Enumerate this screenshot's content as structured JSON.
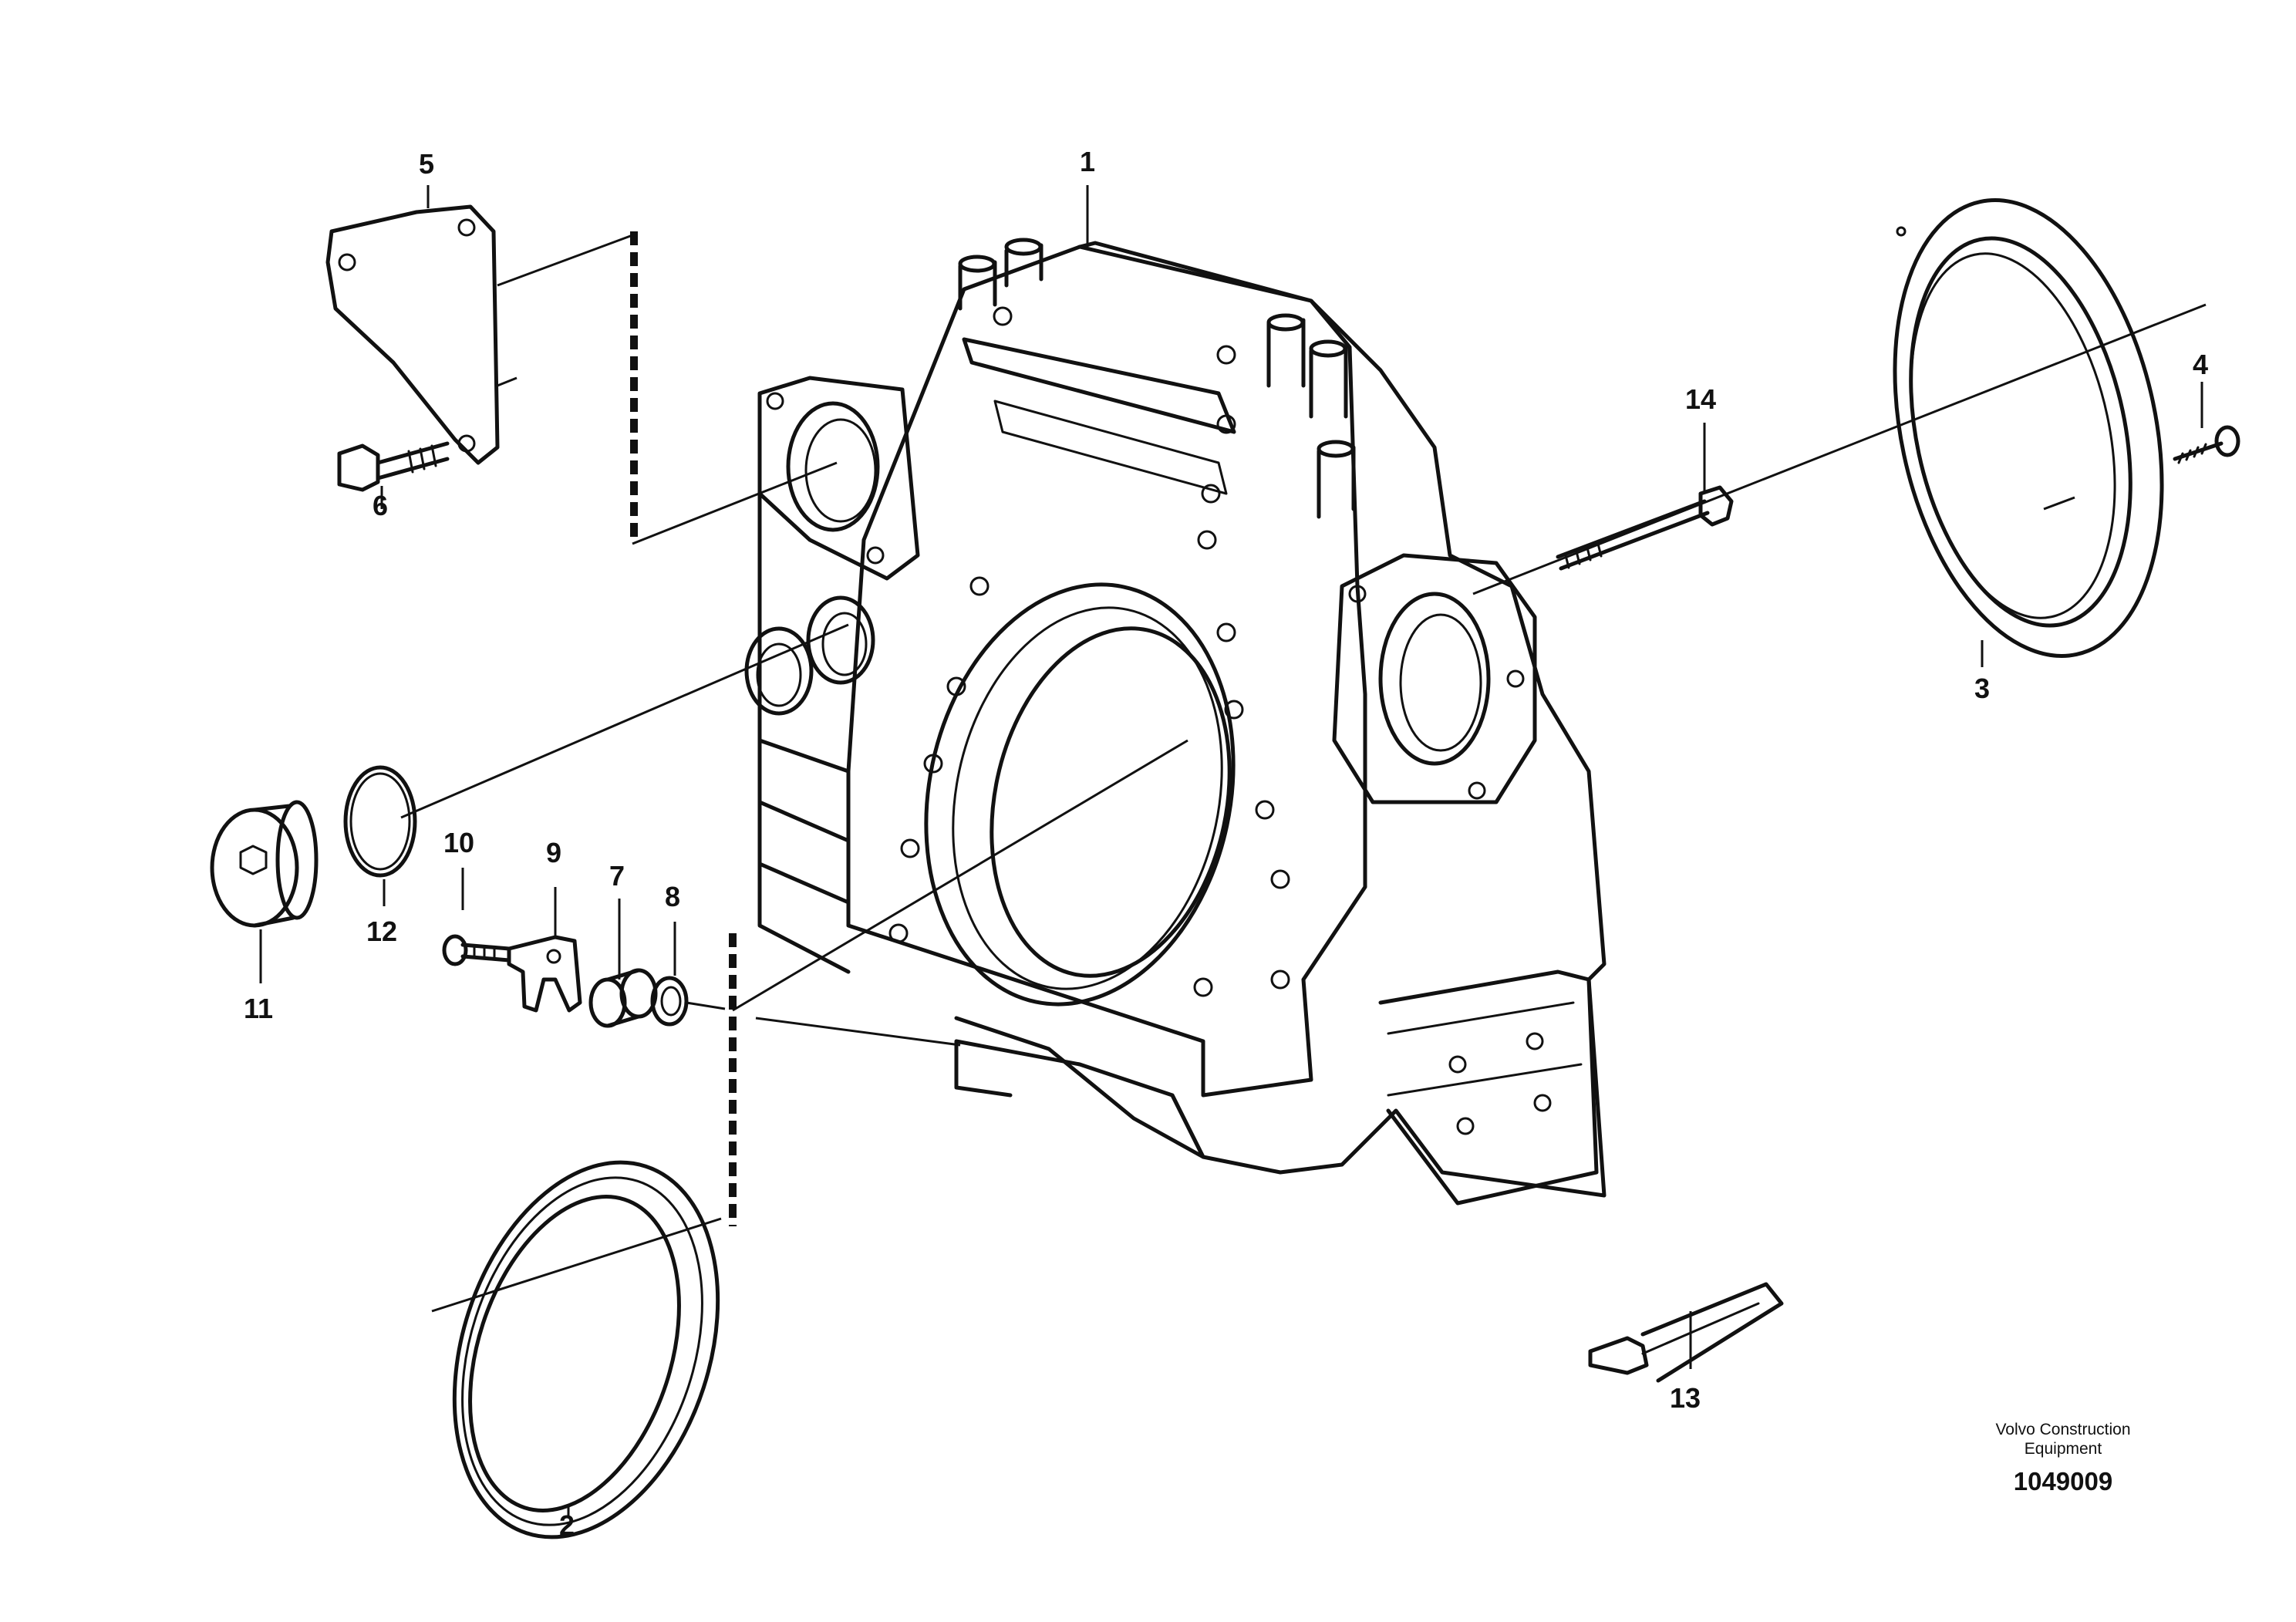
{
  "callouts": [
    {
      "id": "1",
      "label": "1"
    },
    {
      "id": "2",
      "label": "2"
    },
    {
      "id": "3",
      "label": "3"
    },
    {
      "id": "4",
      "label": "4"
    },
    {
      "id": "5",
      "label": "5"
    },
    {
      "id": "6",
      "label": "6"
    },
    {
      "id": "7",
      "label": "7"
    },
    {
      "id": "8",
      "label": "8"
    },
    {
      "id": "9",
      "label": "9"
    },
    {
      "id": "10",
      "label": "10"
    },
    {
      "id": "11",
      "label": "11"
    },
    {
      "id": "12",
      "label": "12"
    },
    {
      "id": "13",
      "label": "13"
    },
    {
      "id": "14",
      "label": "14"
    }
  ],
  "footer": {
    "manufacturer_line1": "Volvo Construction",
    "manufacturer_line2": "Equipment",
    "drawing_number": "1049009"
  }
}
